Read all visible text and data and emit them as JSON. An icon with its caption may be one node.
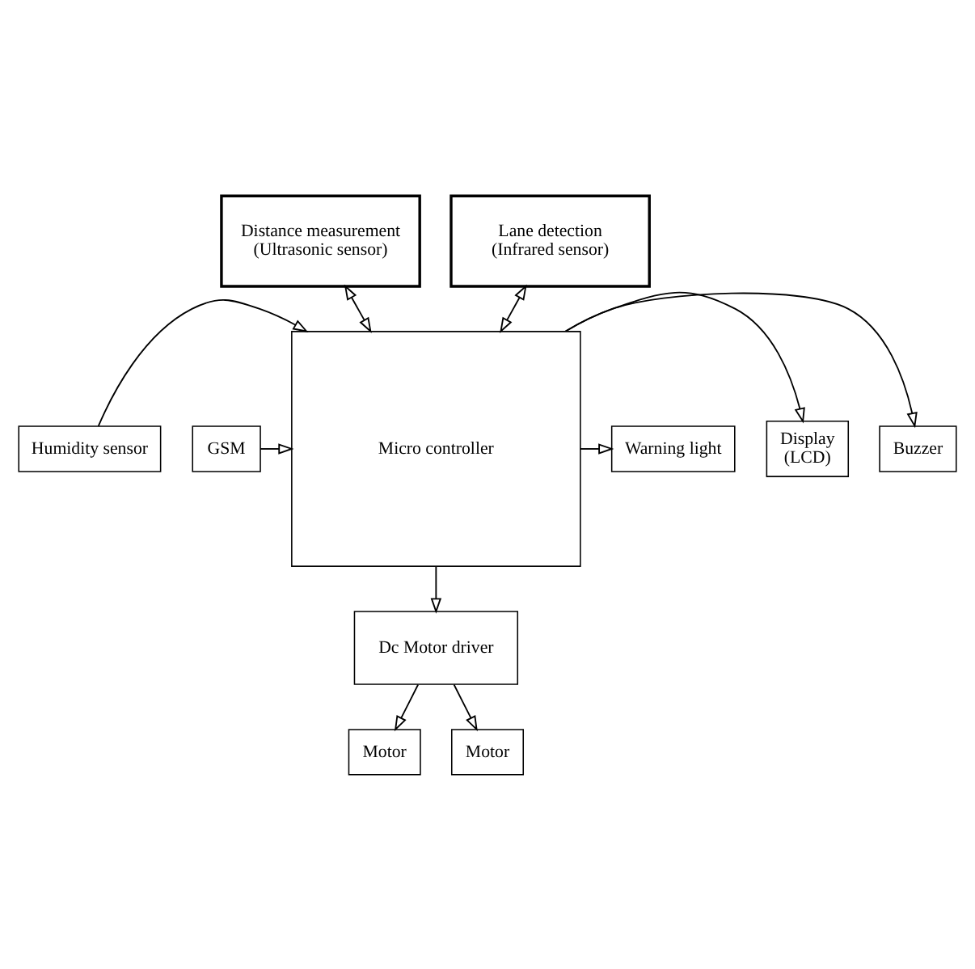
{
  "diagram": {
    "nodes": [
      {
        "text": [
          "Distance measurement",
          "(Ultrasonic sensor)"
        ]
      },
      {
        "text": [
          "Lane detection",
          "(Infrared sensor)"
        ]
      },
      {
        "text": [
          "Humidity sensor"
        ]
      },
      {
        "text": [
          "Micro controller"
        ]
      },
      {
        "text": [
          "Display",
          "(LCD)"
        ]
      },
      {
        "text": [
          "GSM"
        ]
      },
      {
        "text": [
          "Buzzer"
        ]
      },
      {
        "text": [
          "Warning light"
        ]
      },
      {
        "text": [
          "Dc Motor driver"
        ]
      },
      {
        "text": [
          "Motor"
        ]
      },
      {
        "text": [
          "Motor"
        ]
      }
    ],
    "edges": [
      {
        "from": 0,
        "to": 3,
        "arrow": "both"
      },
      {
        "from": 1,
        "to": 3,
        "arrow": "both"
      },
      {
        "from": 2,
        "to": 3,
        "arrow": "to"
      },
      {
        "from": 3,
        "to": 4,
        "arrow": "to"
      },
      {
        "from": 5,
        "to": 3,
        "arrow": "to"
      },
      {
        "from": 3,
        "to": 6,
        "arrow": "to"
      },
      {
        "from": 3,
        "to": 7,
        "arrow": "to"
      },
      {
        "from": 3,
        "to": 8,
        "arrow": "to"
      },
      {
        "from": 8,
        "to": 9,
        "arrow": "to"
      },
      {
        "from": 8,
        "to": 10,
        "arrow": "to"
      }
    ]
  }
}
